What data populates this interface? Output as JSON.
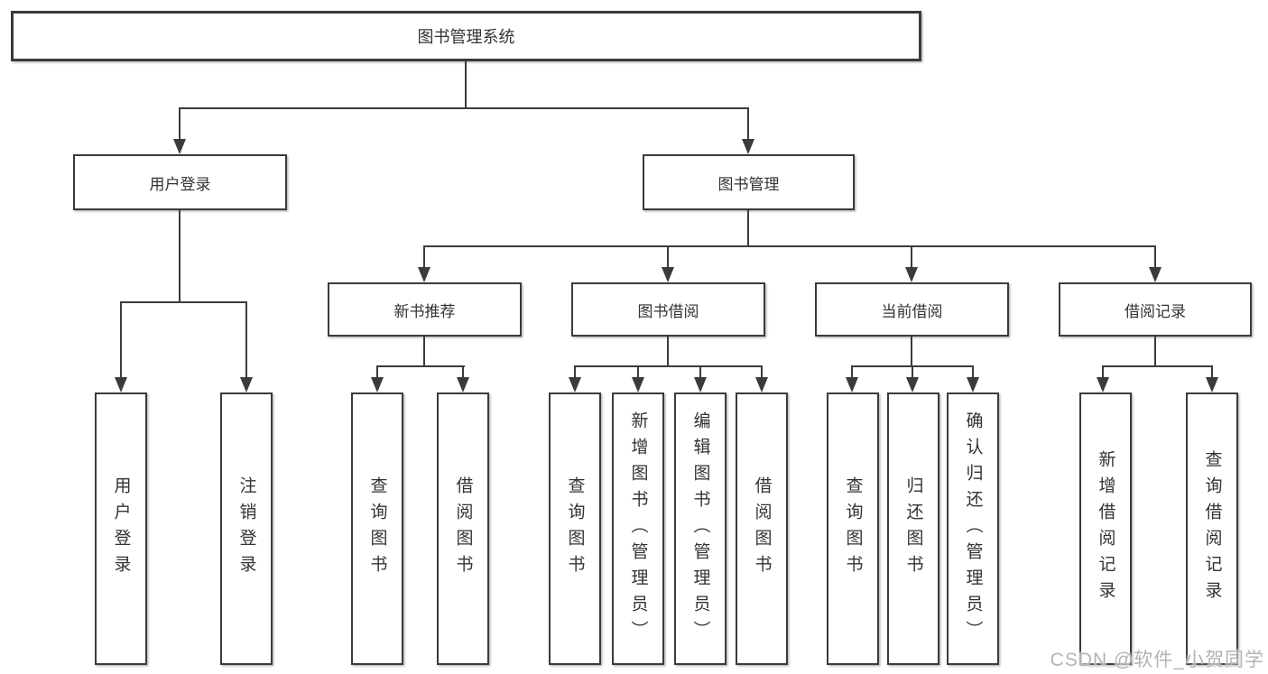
{
  "diagram": {
    "root": {
      "label": "图书管理系统"
    },
    "level2": [
      {
        "label": "用户登录"
      },
      {
        "label": "图书管理"
      }
    ],
    "level3": [
      {
        "label": "新书推荐"
      },
      {
        "label": "图书借阅"
      },
      {
        "label": "当前借阅"
      },
      {
        "label": "借阅记录"
      }
    ],
    "leaves": {
      "user_login": [
        {
          "label": "用户登录"
        },
        {
          "label": "注销登录"
        }
      ],
      "new_books": [
        {
          "label": "查询图书"
        },
        {
          "label": "借阅图书"
        }
      ],
      "book_borrow": [
        {
          "label": "查询图书"
        },
        {
          "label": "新增图书（管理员）"
        },
        {
          "label": "编辑图书（管理员）"
        },
        {
          "label": "借阅图书"
        }
      ],
      "current_borrow": [
        {
          "label": "查询图书"
        },
        {
          "label": "归还图书"
        },
        {
          "label": "确认归还（管理员）"
        }
      ],
      "borrow_records": [
        {
          "label": "新增借阅记录"
        },
        {
          "label": "查询借阅记录"
        }
      ]
    }
  },
  "watermark": {
    "text": "CSDN @软件_小贺同学"
  },
  "colors": {
    "line": "#3b3b3b",
    "text": "#333333",
    "background": "#ffffff",
    "watermark": "#b3b3b3"
  }
}
